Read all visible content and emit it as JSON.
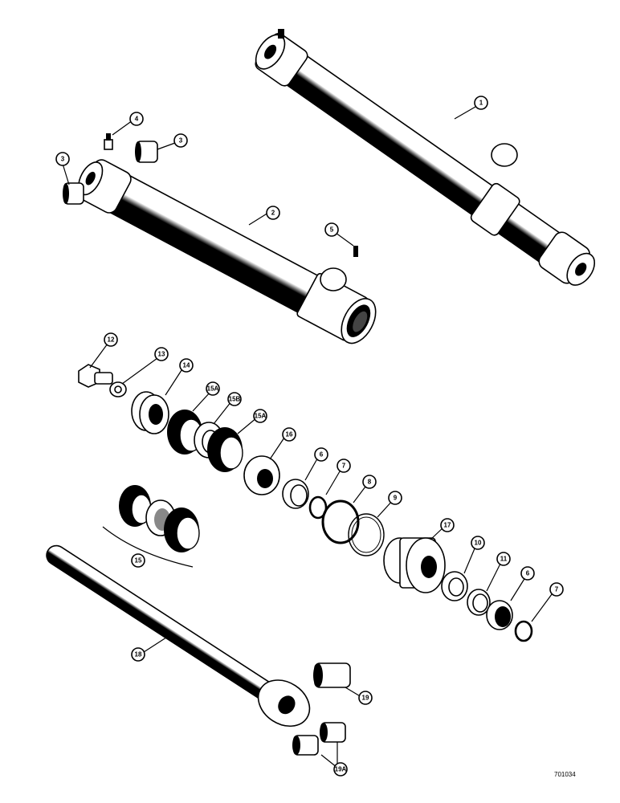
{
  "diagram": {
    "callouts": [
      {
        "id": "c1",
        "text": "1"
      },
      {
        "id": "c2",
        "text": "2"
      },
      {
        "id": "c3a",
        "text": "3"
      },
      {
        "id": "c3b",
        "text": "3"
      },
      {
        "id": "c4",
        "text": "4"
      },
      {
        "id": "c5",
        "text": "5"
      },
      {
        "id": "c6a",
        "text": "6"
      },
      {
        "id": "c6b",
        "text": "6"
      },
      {
        "id": "c7a",
        "text": "7"
      },
      {
        "id": "c7b",
        "text": "7"
      },
      {
        "id": "c8",
        "text": "8"
      },
      {
        "id": "c9",
        "text": "9"
      },
      {
        "id": "c10",
        "text": "10"
      },
      {
        "id": "c11",
        "text": "11"
      },
      {
        "id": "c12",
        "text": "12"
      },
      {
        "id": "c13",
        "text": "13"
      },
      {
        "id": "c14",
        "text": "14"
      },
      {
        "id": "c15",
        "text": "15"
      },
      {
        "id": "c15a1",
        "text": "15A"
      },
      {
        "id": "c15a2",
        "text": "15A"
      },
      {
        "id": "c15b",
        "text": "15B"
      },
      {
        "id": "c16",
        "text": "16"
      },
      {
        "id": "c17",
        "text": "17"
      },
      {
        "id": "c18",
        "text": "18"
      },
      {
        "id": "c19",
        "text": "19"
      },
      {
        "id": "c19a",
        "text": "19A"
      }
    ],
    "reference_code": "701034"
  }
}
